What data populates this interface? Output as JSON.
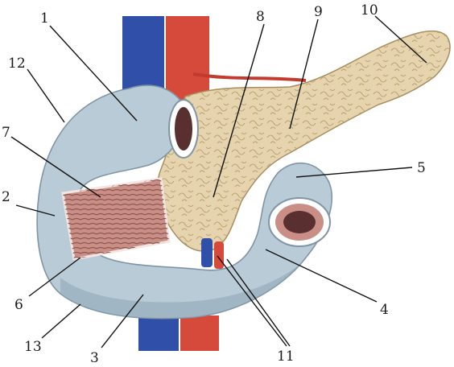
{
  "labels": {
    "l1": "1",
    "l2": "2",
    "l3": "3",
    "l4": "4",
    "l5": "5",
    "l6": "6",
    "l7": "7",
    "l8": "8",
    "l9": "9",
    "l10": "10",
    "l11": "11",
    "l12": "12",
    "l13": "13"
  },
  "colors": {
    "vein": "#2f4fa8",
    "artery": "#d64a3c",
    "duodenum": "#b9cbd6",
    "duodenum_shadow": "#8ea6b6",
    "pancreas": "#e6d4ae",
    "pancreas_line": "#a88d5e",
    "mucosa": "#c98f86",
    "lumen": "#5a2f2f"
  }
}
